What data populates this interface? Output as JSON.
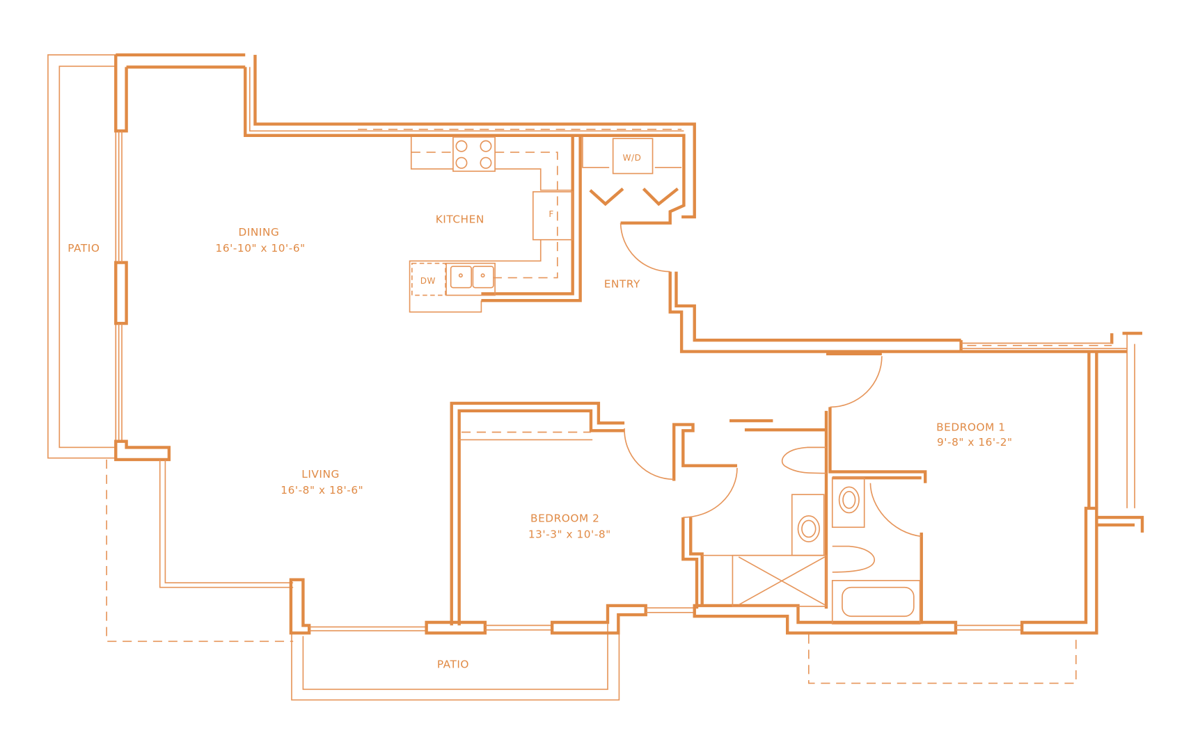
{
  "colors": {
    "line": "#E08A45"
  },
  "rooms": {
    "patio_west": {
      "name": "PATIO"
    },
    "dining": {
      "name": "DINING",
      "dims": "16'-10\" x 10'-6\""
    },
    "kitchen": {
      "name": "KITCHEN"
    },
    "entry": {
      "name": "ENTRY"
    },
    "living": {
      "name": "LIVING",
      "dims": "16'-8\" x 18'-6\""
    },
    "bedroom2": {
      "name": "BEDROOM 2",
      "dims": "13'-3\" x 10'-8\""
    },
    "bedroom1": {
      "name": "BEDROOM 1",
      "dims": "9'-8\" x 16'-2\""
    },
    "patio_south": {
      "name": "PATIO"
    }
  },
  "fixtures": {
    "washer_dryer": "W/D",
    "fridge": "F",
    "dishwasher": "DW"
  }
}
